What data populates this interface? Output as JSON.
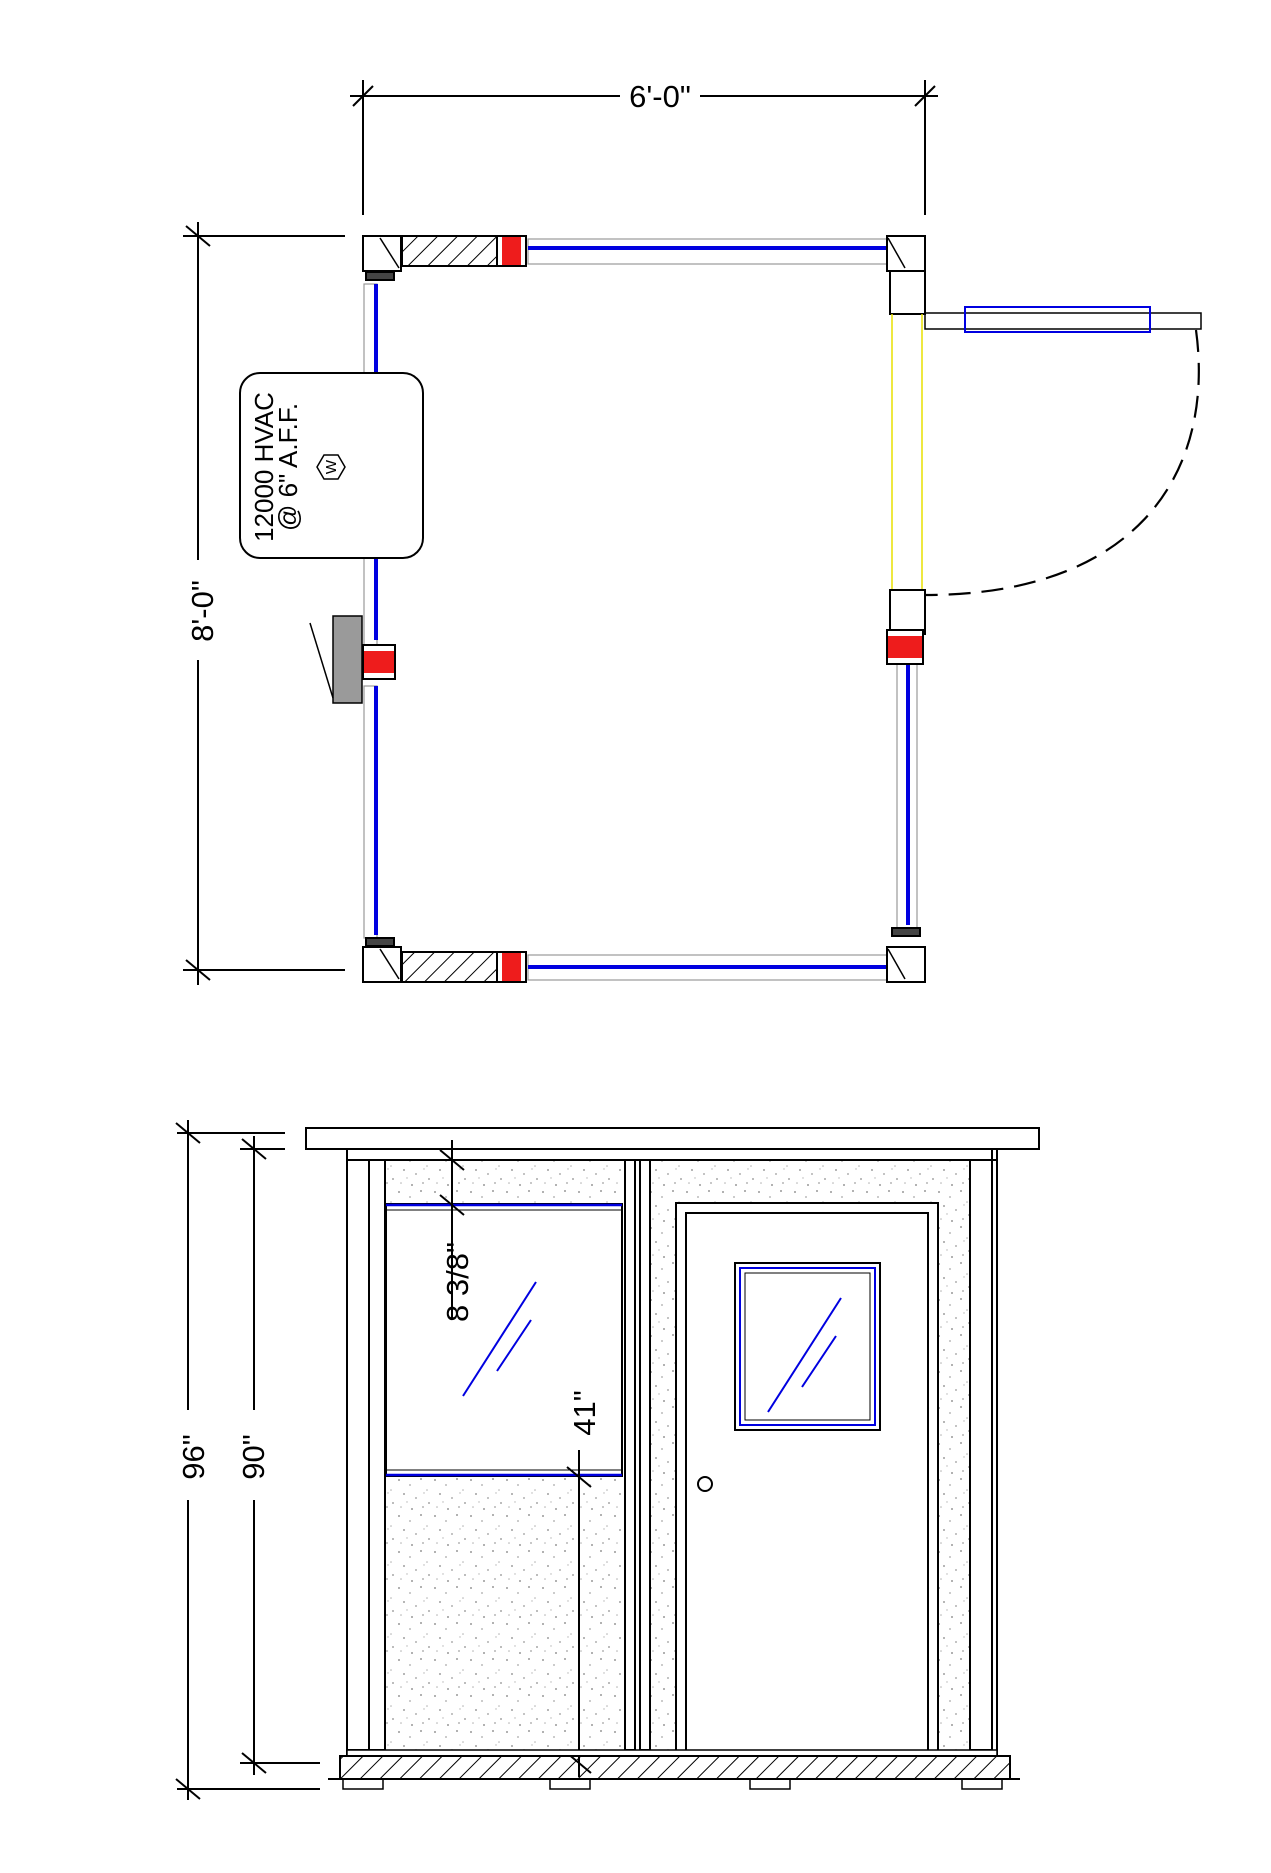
{
  "plan": {
    "width_dim": "6'-0\"",
    "length_dim": "8'-0\"",
    "hvac_note": {
      "line1": "12000 HVAC",
      "line2": "@ 6\" A.F.F."
    },
    "hvac_badge": "W"
  },
  "elevation": {
    "overall_height_dim": "96\"",
    "wall_height_dim": "90\"",
    "header_dim": "8 3/8\"",
    "window_sill_dim": "41\""
  },
  "colors": {
    "glazing": "#0000e0",
    "post": "#ee1c1c",
    "door_swing_jamb": "#e8e000",
    "ac_unit": "#9a9a9a",
    "stucco_dots": "#aaaaaa"
  }
}
